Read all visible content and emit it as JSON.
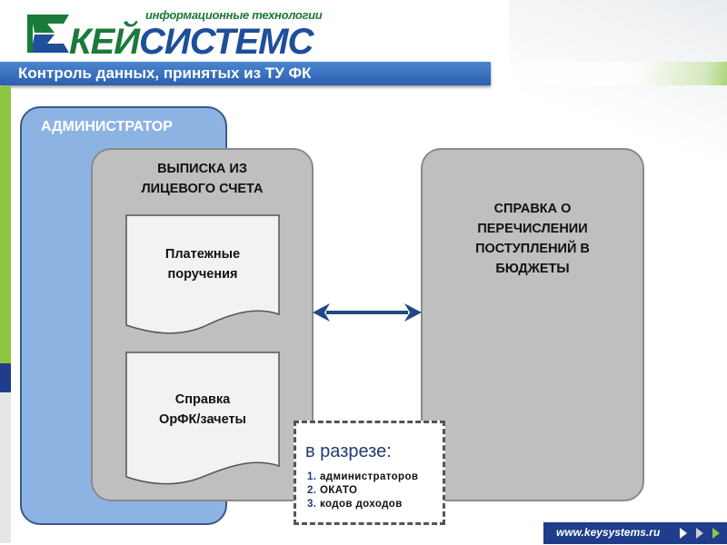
{
  "header": {
    "logo_subtitle": "информационные технологии",
    "logo_part1": "КЕЙ",
    "logo_part2": "СИСТЕМС",
    "title": "Контроль данных, принятых из ТУ ФК"
  },
  "diagram": {
    "admin_title": "АДМИНИСТРАТОР",
    "statement_title": [
      "ВЫПИСКА ИЗ",
      "ЛИЦЕВОГО СЧЕТА"
    ],
    "doc1": [
      "Платежные",
      "поручения"
    ],
    "doc2": [
      "Справка",
      "ОрФК/зачеты"
    ],
    "report_title": [
      "СПРАВКА О",
      "ПЕРЕЧИСЛЕНИИ",
      "ПОСТУПЛЕНИЙ В",
      "БЮДЖЕТЫ"
    ],
    "breakdown": {
      "heading": "в разрезе:",
      "items": [
        {
          "n": "1.",
          "t": "администраторов"
        },
        {
          "n": "2.",
          "t": "ОКАТО"
        },
        {
          "n": "3.",
          "t": "кодов доходов"
        }
      ]
    }
  },
  "footer": {
    "url": "www.keysystems.ru"
  },
  "colors": {
    "green": "#1a7a3a",
    "blue": "#1f4e9a",
    "admin_fill": "#8db3e2",
    "gray_fill": "#bfbfbf",
    "footer": "#1f3d8a",
    "arrow": "#1f4a80"
  }
}
